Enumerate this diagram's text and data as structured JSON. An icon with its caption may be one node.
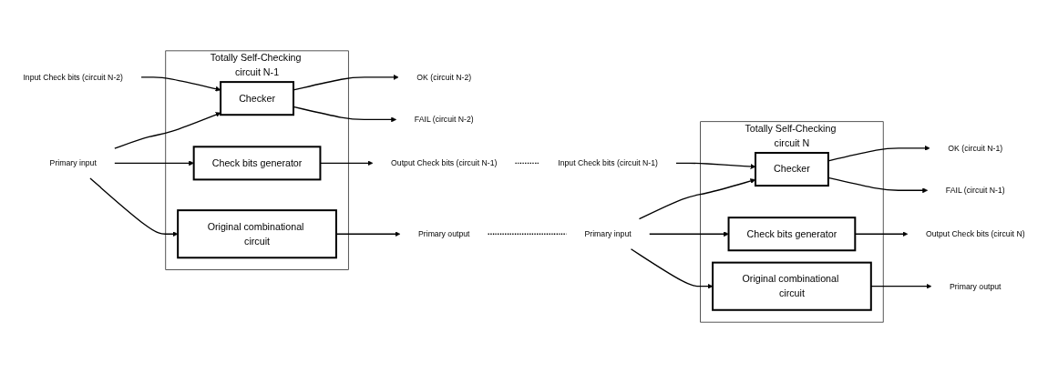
{
  "diagram": {
    "nodes": [
      {
        "text": [
          "Totally Self-Checking circuit N-1"
        ]
      },
      {
        "text": [
          "Checker"
        ],
        "in": 0
      },
      {
        "text": [
          "Check bits generator"
        ],
        "in": 0
      },
      {
        "text": [
          "Original combinational circuit"
        ],
        "in": 0
      },
      {
        "text": [
          "Totally Self-Checking circuit N"
        ]
      },
      {
        "text": [
          "Checker"
        ],
        "in": 4
      },
      {
        "text": [
          "Check bits generator"
        ],
        "in": 4
      },
      {
        "text": [
          "Original combinational circuit"
        ],
        "in": 4
      },
      {
        "text": [
          "Input Check bits (circuit N-2)"
        ]
      },
      {
        "text": [
          "Primary input"
        ]
      },
      {
        "text": [
          "OK (circuit N-2)"
        ]
      },
      {
        "text": [
          "FAIL (circuit N-2)"
        ]
      },
      {
        "text": [
          "Output Check bits (circuit N-1)"
        ]
      },
      {
        "text": [
          "Primary output"
        ]
      },
      {
        "text": [
          "Input Check bits (circuit N-1)"
        ]
      },
      {
        "text": [
          "Primary input"
        ]
      },
      {
        "text": [
          "OK (circuit N-1)"
        ]
      },
      {
        "text": [
          "FAIL (circuit N-1)"
        ]
      },
      {
        "text": [
          "Output Check bits (circuit N)"
        ]
      },
      {
        "text": [
          "Primary output"
        ]
      }
    ],
    "edges": [
      {
        "from": 8,
        "to": 1,
        "arrow": "to"
      },
      {
        "from": 9,
        "to": 1,
        "arrow": "to"
      },
      {
        "from": 9,
        "to": 2,
        "arrow": "to"
      },
      {
        "from": 9,
        "to": 3,
        "arrow": "to"
      },
      {
        "from": 1,
        "to": 10,
        "arrow": "to"
      },
      {
        "from": 1,
        "to": 11,
        "arrow": "to"
      },
      {
        "from": 2,
        "to": 12,
        "arrow": "to"
      },
      {
        "from": 3,
        "to": 13,
        "arrow": "to"
      },
      {
        "from": 12,
        "to": 14,
        "arrow": "none",
        "style": "dashed"
      },
      {
        "from": 13,
        "to": 15,
        "arrow": "none",
        "style": "dashed"
      },
      {
        "from": 14,
        "to": 5,
        "arrow": "to"
      },
      {
        "from": 15,
        "to": 5,
        "arrow": "to"
      },
      {
        "from": 15,
        "to": 6,
        "arrow": "to"
      },
      {
        "from": 15,
        "to": 7,
        "arrow": "to"
      },
      {
        "from": 5,
        "to": 16,
        "arrow": "to"
      },
      {
        "from": 5,
        "to": 17,
        "arrow": "to"
      },
      {
        "from": 6,
        "to": 18,
        "arrow": "to"
      },
      {
        "from": 7,
        "to": 19,
        "arrow": "to"
      }
    ]
  }
}
